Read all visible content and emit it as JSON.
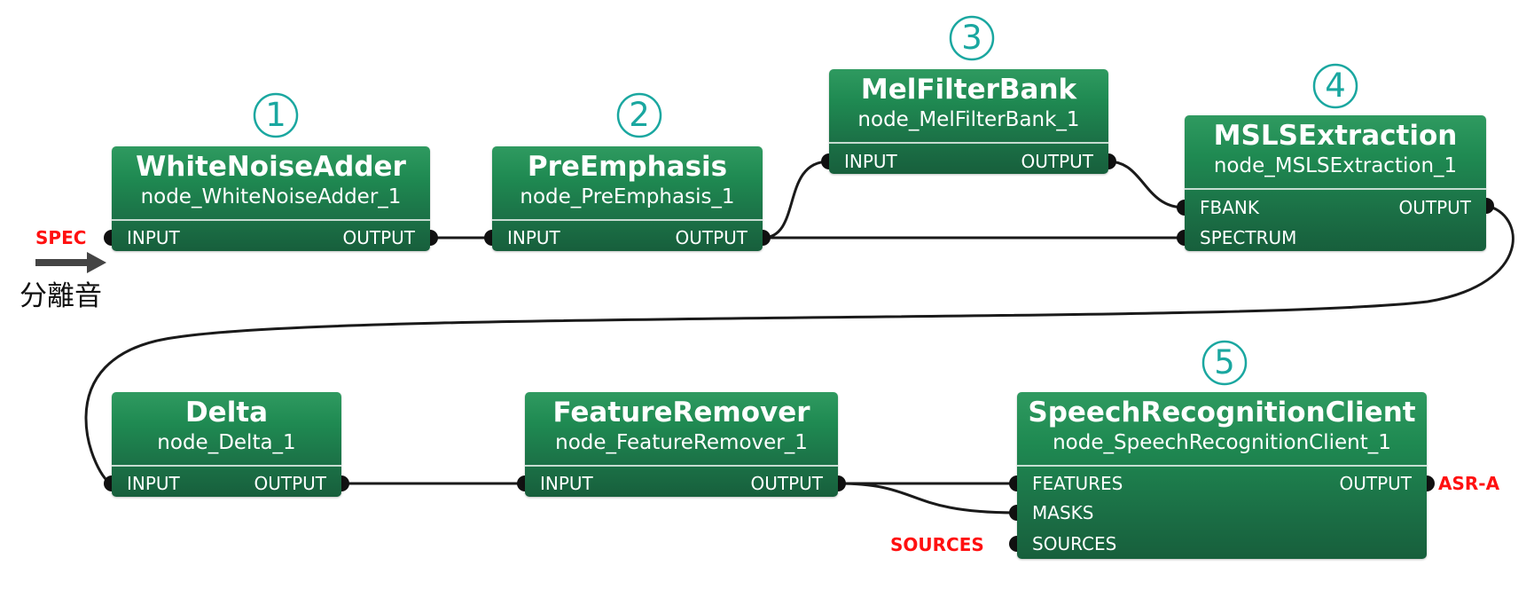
{
  "nodes": {
    "white_noise_adder": {
      "title": "WhiteNoiseAdder",
      "subtitle": "node_WhiteNoiseAdder_1",
      "input": "INPUT",
      "output": "OUTPUT"
    },
    "pre_emphasis": {
      "title": "PreEmphasis",
      "subtitle": "node_PreEmphasis_1",
      "input": "INPUT",
      "output": "OUTPUT"
    },
    "mel_filter_bank": {
      "title": "MelFilterBank",
      "subtitle": "node_MelFilterBank_1",
      "input": "INPUT",
      "output": "OUTPUT"
    },
    "msls_extraction": {
      "title": "MSLSExtraction",
      "subtitle": "node_MSLSExtraction_1",
      "input_fbank": "FBANK",
      "input_spectrum": "SPECTRUM",
      "output": "OUTPUT"
    },
    "delta": {
      "title": "Delta",
      "subtitle": "node_Delta_1",
      "input": "INPUT",
      "output": "OUTPUT"
    },
    "feature_remover": {
      "title": "FeatureRemover",
      "subtitle": "node_FeatureRemover_1",
      "input": "INPUT",
      "output": "OUTPUT"
    },
    "speech_recognition_client": {
      "title": "SpeechRecognitionClient",
      "subtitle": "node_SpeechRecognitionClient_1",
      "input_features": "FEATURES",
      "input_masks": "MASKS",
      "input_sources": "SOURCES",
      "output": "OUTPUT"
    }
  },
  "external_labels": {
    "spec": "SPEC",
    "sources": "SOURCES",
    "asr": "ASR-A"
  },
  "annotation": "分離音",
  "badges": {
    "b1": "1",
    "b2": "2",
    "b3": "3",
    "b4": "4",
    "b5": "5"
  },
  "colors": {
    "node_green": "#1f8a52",
    "external_label_red": "#ff1010",
    "badge_teal": "#1aa7a0",
    "wire": "#111111"
  }
}
